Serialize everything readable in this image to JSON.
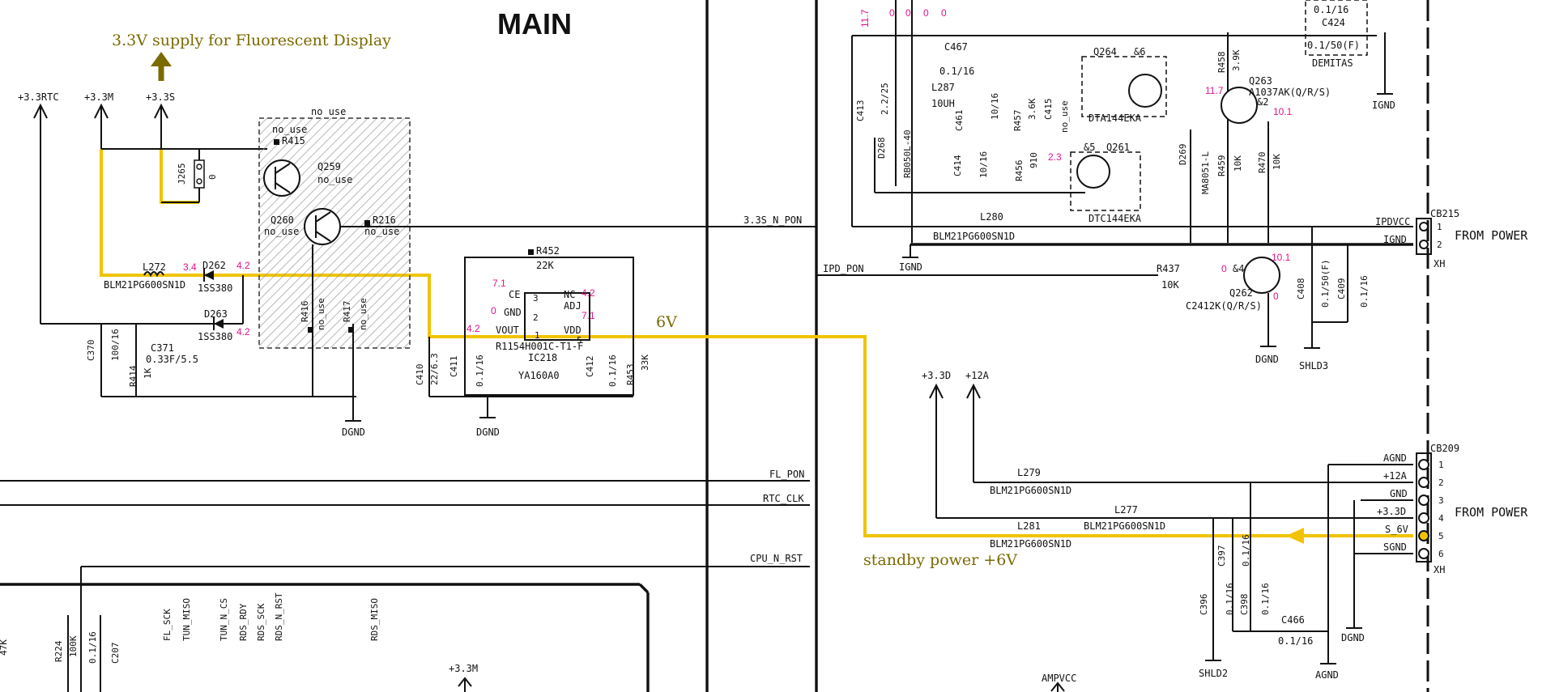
{
  "title": "MAIN",
  "notes": {
    "display_supply": "3.3V supply for Fluorescent Display",
    "six_v": "6V",
    "standby": "standby power +6V"
  },
  "colors": {
    "highlight": "#f0c400",
    "note": "#7a6a00",
    "voltage": "#e0158c",
    "line": "#111111"
  },
  "power_rails": {
    "p33rtc": "+3.3RTC",
    "p33m": "+3.3M",
    "p33s": "+3.3S",
    "p33d": "+3.3D",
    "p12a": "+12A",
    "p33m_bottom": "+3.3M",
    "ampvcc": "AMPVCC"
  },
  "grounds": {
    "dgnd": "DGND",
    "ignd": "IGND",
    "shld3": "SHLD3",
    "shld2": "SHLD2",
    "agnd": "AGND"
  },
  "nets": {
    "pon33": "3.3S_N_PON",
    "ipd_pon": "IPD_PON",
    "fl_pon": "FL_PON",
    "rtc_clk": "RTC_CLK",
    "cpu_rst": "CPU_N_RST",
    "bus": [
      "FL_SCK",
      "TUN_MISO",
      "TUN_N_CS",
      "RDS_RDY",
      "RDS_SCK",
      "RDS_N_RST",
      "RDS_MISO"
    ],
    "ipdvcc": "IPDVCC",
    "ignd": "IGND"
  },
  "left": {
    "no_use_block": "no use",
    "r415": "R415",
    "r415_v": "no_use",
    "q259": "Q259",
    "q259_v": "no_use",
    "q260": "Q260",
    "q260_v": "no_use",
    "r216": "R216",
    "r216_v": "no_use",
    "r416": "R416",
    "r416_v": "no_use",
    "r417": "R417",
    "r417_v": "no_use",
    "j265": "J265",
    "j265_v": "0",
    "l272": "L272",
    "l272_v": "BLM21PG600SN1D",
    "d262": "D262",
    "d262_v": "1SS380",
    "d263": "D263",
    "d263_v": "1SS380",
    "c370": "C370",
    "c370_v": "100/16",
    "c371": "C371",
    "c371_v": "0.33F/5.5",
    "r414": "R414",
    "r414_v": "1K",
    "v34": "3.4",
    "v42a": "4.2",
    "v42b": "4.2"
  },
  "regulator": {
    "ic": "IC218",
    "part": "R1154H001C-T1-F",
    "marking": "YA160A0",
    "r452": "R452",
    "r452_v": "22K",
    "r453": "R453",
    "r453_v": "33K",
    "c410": "C410",
    "c410_v": "22/6.3",
    "c411": "C411",
    "c411_v": "0.1/16",
    "c412": "C412",
    "c412_v": "0.1/16",
    "pin_ce": "CE",
    "pin_nc": "NC",
    "pin_gnd": "GND",
    "pin_adj": "ADJ",
    "pin_vout": "VOUT",
    "pin_vdd": "VDD",
    "pin1": "1",
    "pin2": "2",
    "pin3": "3",
    "pin4": "4",
    "pin5": "5",
    "v71a": "7.1",
    "v71b": "7.1",
    "v42c": "4.2",
    "v42d": "4.2",
    "v0": "0"
  },
  "right_top": {
    "v117": "11.7",
    "v0s": "0",
    "c467": "C467",
    "c467_v": "0.1/16",
    "l287": "L287",
    "l287_v": "10UH",
    "c413": "C413",
    "c413_v": "2.2/25",
    "d268": "D268",
    "d268_v": "RB050L-40",
    "c414": "C414",
    "c414_v": "10/16",
    "c461": "C461",
    "c461_v": "10/16",
    "r457": "R457",
    "r457_v": "3.6K",
    "c415": "C415",
    "c415_v": "no_use",
    "r456": "R456",
    "r456_v": "910",
    "q264": "Q264",
    "q264_amp": "&6",
    "q264_part": "DTA144EKA",
    "q261": "Q261",
    "q261_amp": "&5",
    "q261_part": "DTC144EKA",
    "v23": "2.3",
    "d269": "D269",
    "d269_v": "MA8051-L",
    "r458": "R458",
    "r458_v": "3.9K",
    "r459": "R459",
    "r459_v": "10K",
    "r470": "R470",
    "r470_v": "10K",
    "q263": "Q263",
    "q263_part": "A1037AK(Q/R/S)",
    "q263_amp": "&2",
    "v117b": "11.7",
    "v101": "10.1",
    "c424": "C424",
    "c424_v": "0.1/50(F)",
    "c424_top": "0.1/16",
    "demitas": "DEMITAS",
    "l280": "L280",
    "l280_v": "BLM21PG600SN1D",
    "r437": "R437",
    "r437_v": "10K",
    "q262": "Q262",
    "q262_amp": "&4",
    "q262_part": "C2412K(Q/R/S)",
    "v101b": "10.1",
    "c408": "C408",
    "c408_v": "0.1/50(F)",
    "c409": "C409",
    "c409_v": "0.1/16",
    "cb215": "CB215",
    "from_power": "FROM POWER",
    "xh": "XH",
    "pin1": "1",
    "pin2": "2"
  },
  "right_bottom": {
    "l279": "L279",
    "l279_v": "BLM21PG600SN1D",
    "l277": "L277",
    "l277_v": "BLM21PG600SN1D",
    "l281": "L281",
    "l281_v": "BLM21PG600SN1D",
    "cb209": "CB209",
    "pins": [
      {
        "n": "1",
        "name": "AGND"
      },
      {
        "n": "2",
        "name": "+12A"
      },
      {
        "n": "3",
        "name": "GND"
      },
      {
        "n": "4",
        "name": "+3.3D"
      },
      {
        "n": "5",
        "name": "S_6V"
      },
      {
        "n": "6",
        "name": "SGND"
      }
    ],
    "from_power": "FROM POWER",
    "xh": "XH",
    "c396": "C396",
    "c396_v": "0.1/16",
    "c397": "C397",
    "c397_v": "0.1/16",
    "c398": "C398",
    "c398_v": "0.1/16",
    "c466": "C466",
    "c466_v": "0.1/16"
  },
  "bottom_left": {
    "r224": "R224",
    "r224_v": "100K",
    "c207": "C207",
    "c207_v": "0.1/16",
    "k47": "47K"
  }
}
